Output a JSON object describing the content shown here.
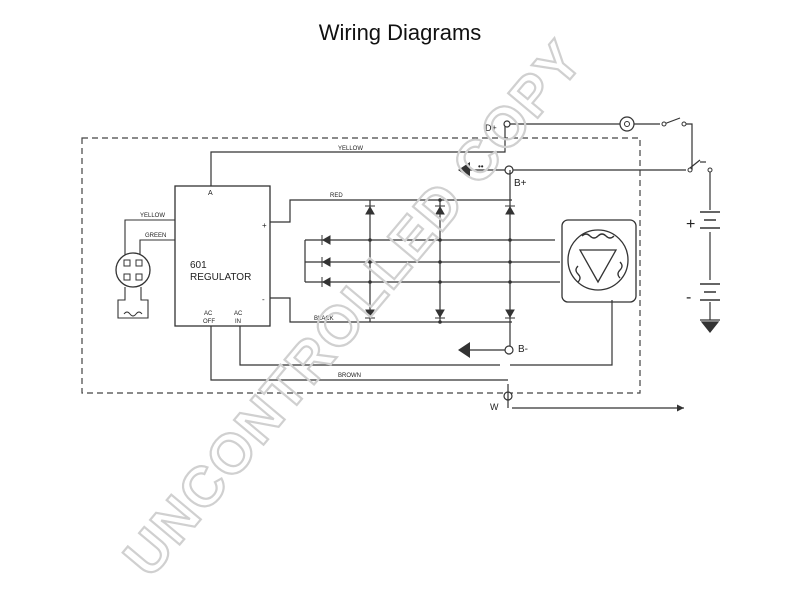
{
  "title": "Wiring Diagrams",
  "regulator": {
    "model": "601",
    "name": "REGULATOR",
    "pin_a": "A",
    "pin_plus": "+",
    "pin_minus": "-",
    "pin_ac_off_1": "AC",
    "pin_ac_off_2": "OFF",
    "pin_ac_in_1": "AC",
    "pin_ac_in_2": "IN"
  },
  "wires": {
    "yellow": "YELLOW",
    "red": "RED",
    "black": "BLACK",
    "brown": "BROWN",
    "plug_yellow": "YELLOW",
    "plug_green": "GREEN"
  },
  "terminals": {
    "d_plus": "D+",
    "b_plus": "B+",
    "b_minus": "B-",
    "w": "W"
  },
  "battery": {
    "plus": "+",
    "minus": "-"
  },
  "watermark": "UNCONTROLLED COPY"
}
